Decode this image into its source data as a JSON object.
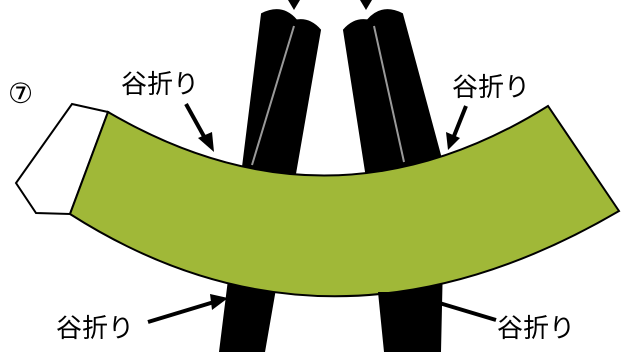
{
  "step": {
    "number": "⑦"
  },
  "labels": {
    "top_left": "谷折り",
    "top_right": "谷折り",
    "bottom_left": "谷折り",
    "bottom_right": "谷折り"
  },
  "colors": {
    "band_fill": "#a0b838",
    "band_stroke": "#000000",
    "chopstick_fill": "#000000",
    "chopstick_highlight": "#9a9a9a",
    "end_flap_fill": "#ffffff"
  }
}
